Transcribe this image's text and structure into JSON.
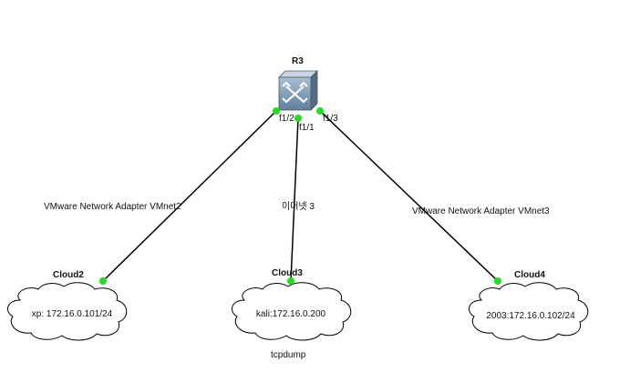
{
  "router": {
    "name": "R3",
    "icon": "switch-router-icon"
  },
  "ports": {
    "left": "f1/2",
    "middle": "f1/1",
    "right": "f1/3"
  },
  "links": {
    "left_label": "VMware Network Adapter VMnet2",
    "middle_label": "이더넷 3",
    "right_label": "VMware Network Adapter VMnet3"
  },
  "clouds": [
    {
      "name": "Cloud2",
      "text": "xp: 172.16.0.101/24"
    },
    {
      "name": "Cloud3",
      "text": "kali:172.16.0.200"
    },
    {
      "name": "Cloud4",
      "text": "2003:172.16.0.102/24"
    }
  ],
  "annotation": "tcpdump",
  "colors": {
    "link_dot": "#22dd22",
    "router_fill": "#7f9bb5",
    "line": "#000000"
  }
}
